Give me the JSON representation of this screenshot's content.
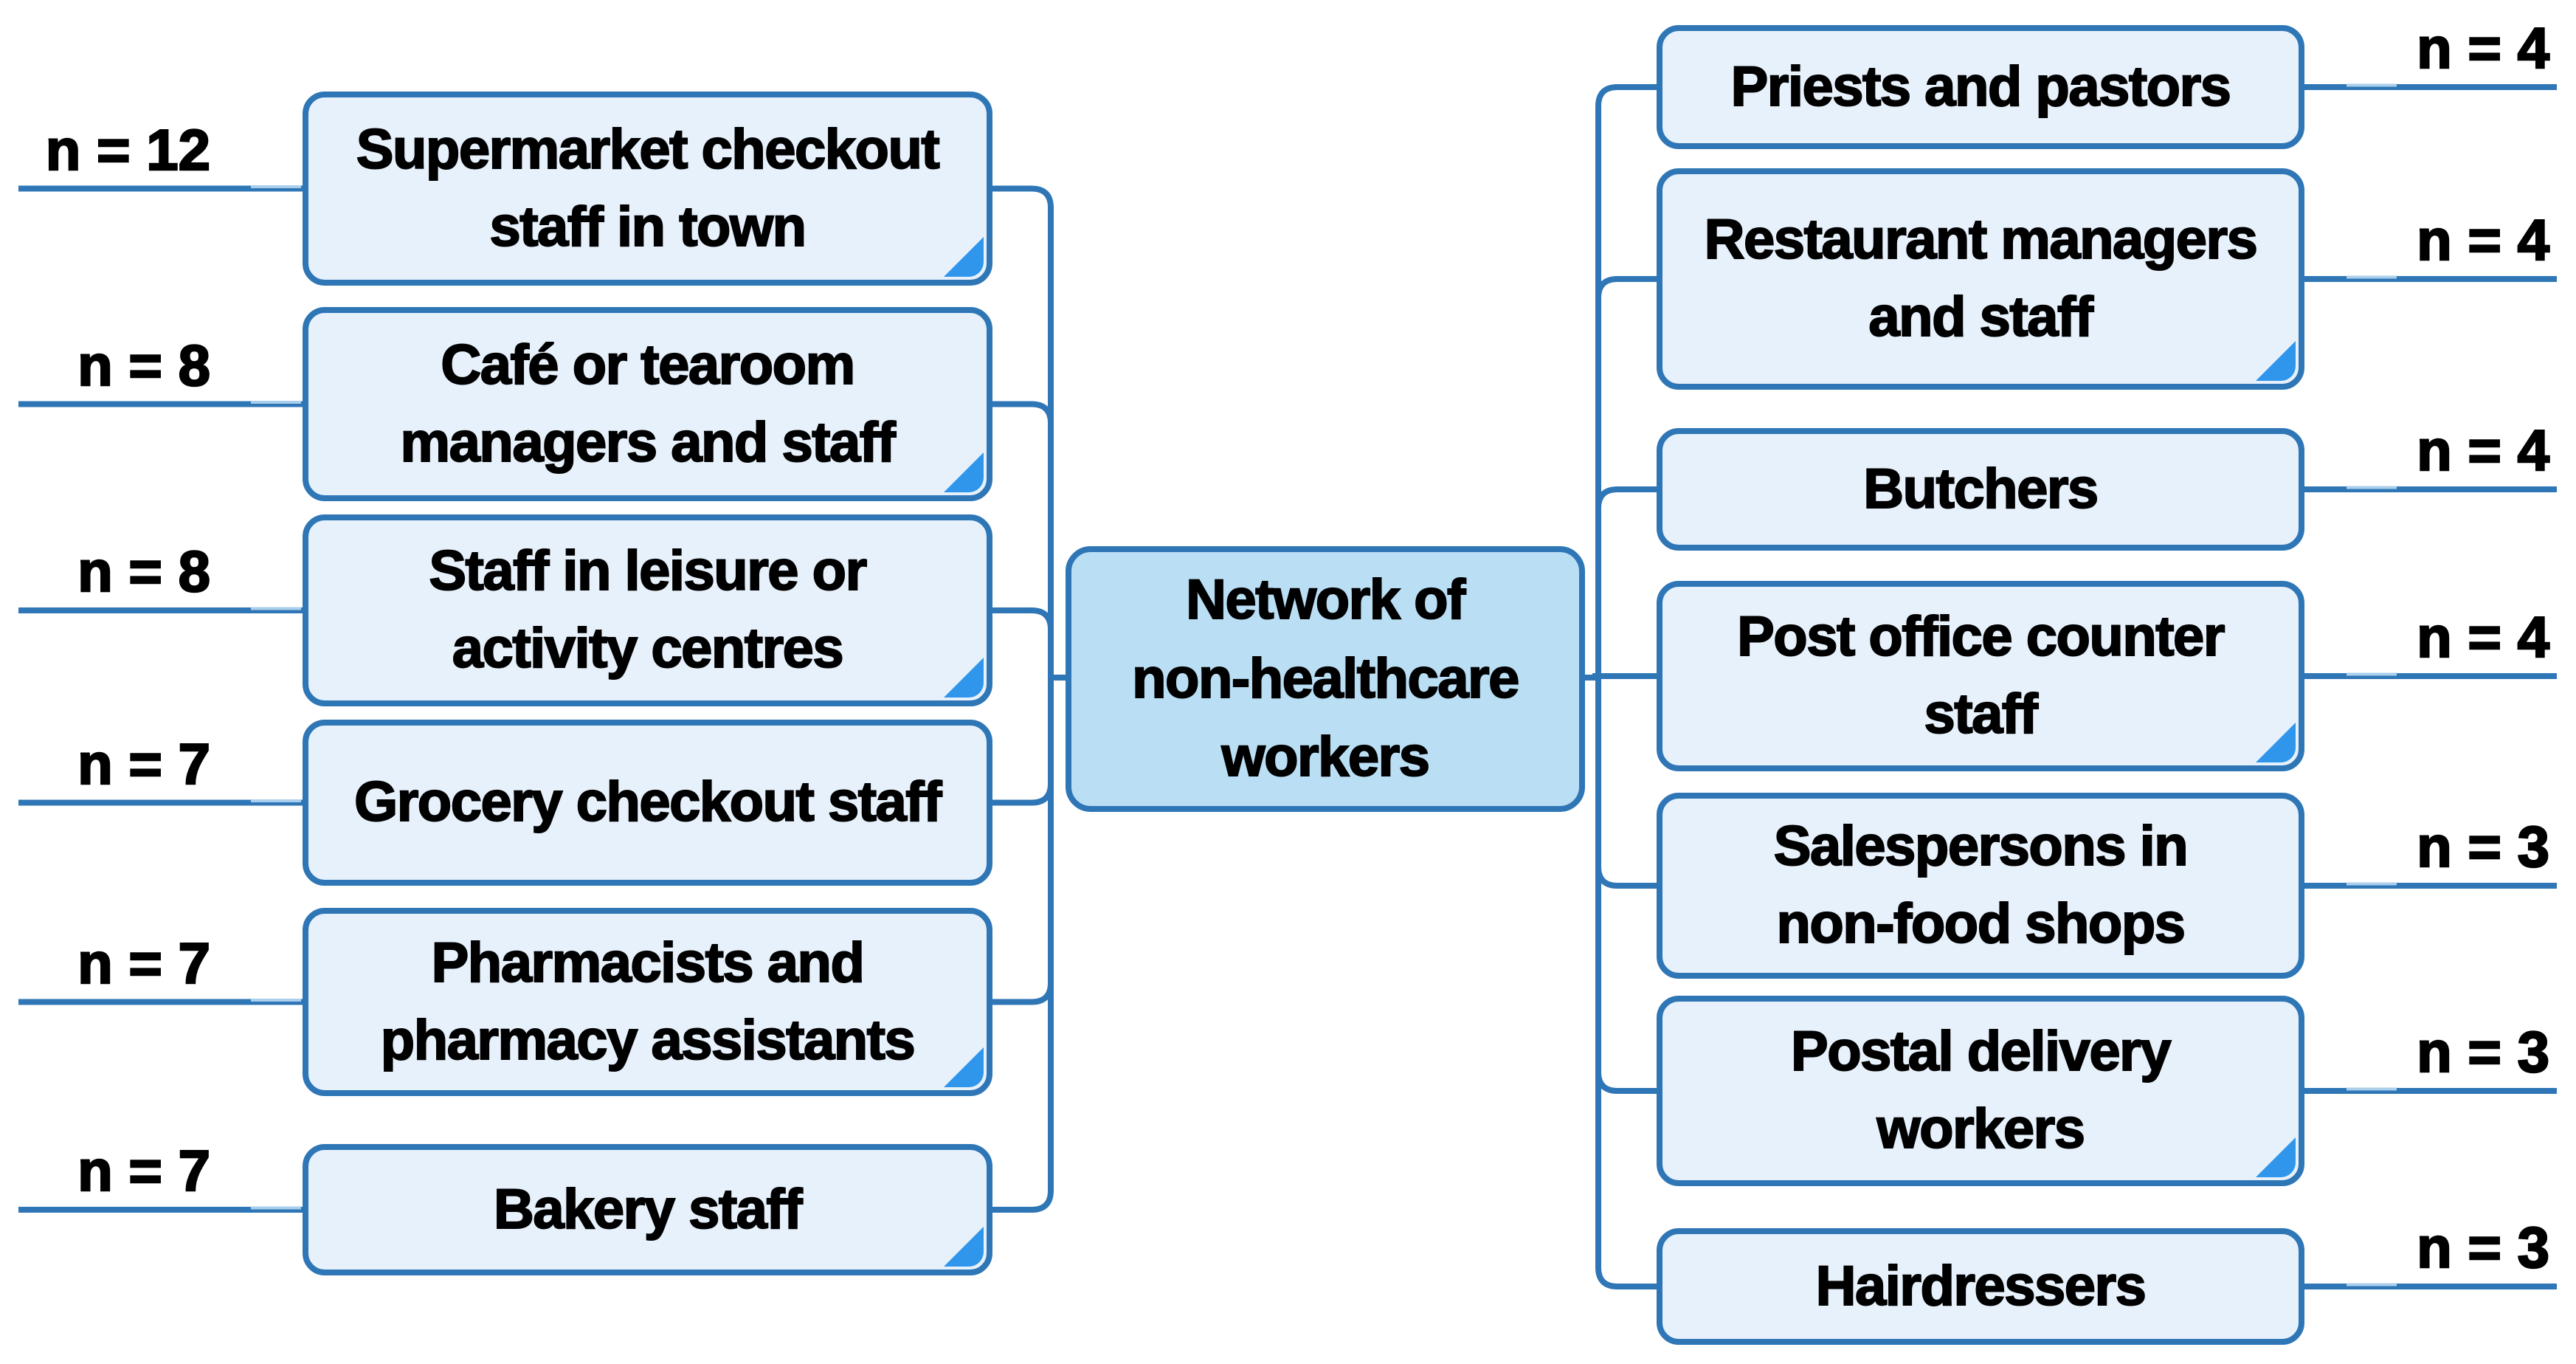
{
  "diagram": {
    "center": {
      "label": "Network of non-healthcare workers",
      "lines": [
        "Network of",
        "non-healthcare",
        "workers"
      ]
    },
    "left_nodes": [
      {
        "label": "Supermarket checkout staff in town",
        "lines": [
          "Supermarket checkout",
          "staff in town"
        ],
        "n_label": "n = 12",
        "n": 12
      },
      {
        "label": "Café or tearoom managers and staff",
        "lines": [
          "Café or tearoom",
          "managers and staff"
        ],
        "n_label": "n = 8",
        "n": 8
      },
      {
        "label": "Staff in leisure or activity centres",
        "lines": [
          "Staff in leisure or",
          "activity centres"
        ],
        "n_label": "n = 8",
        "n": 8
      },
      {
        "label": "Grocery checkout staff",
        "lines": [
          "Grocery checkout staff"
        ],
        "n_label": "n = 7",
        "n": 7
      },
      {
        "label": "Pharmacists and pharmacy assistants",
        "lines": [
          "Pharmacists and",
          "pharmacy assistants"
        ],
        "n_label": "n = 7",
        "n": 7
      },
      {
        "label": "Bakery staff",
        "lines": [
          "Bakery staff"
        ],
        "n_label": "n = 7",
        "n": 7
      }
    ],
    "right_nodes": [
      {
        "label": "Priests and pastors",
        "lines": [
          "Priests and pastors"
        ],
        "n_label": "n = 4",
        "n": 4
      },
      {
        "label": "Restaurant managers and staff",
        "lines": [
          "Restaurant managers",
          "and staff"
        ],
        "n_label": "n = 4",
        "n": 4
      },
      {
        "label": "Butchers",
        "lines": [
          "Butchers"
        ],
        "n_label": "n = 4",
        "n": 4
      },
      {
        "label": "Post office counter staff",
        "lines": [
          "Post office counter",
          "staff"
        ],
        "n_label": "n = 4",
        "n": 4
      },
      {
        "label": "Salespersons in non-food shops",
        "lines": [
          "Salespersons in",
          "non-food shops"
        ],
        "n_label": "n = 3",
        "n": 3
      },
      {
        "label": "Postal delivery workers",
        "lines": [
          "Postal delivery",
          "workers"
        ],
        "n_label": "n = 3",
        "n": 3
      },
      {
        "label": "Hairdressers",
        "lines": [
          "Hairdressers"
        ],
        "n_label": "n = 3",
        "n": 3
      }
    ],
    "colors": {
      "line": "#2E76B6",
      "side_fill": "#E7F1FB",
      "center_fill": "#BADFF5",
      "wedge": "#2F96EC",
      "text": "#000000",
      "background": "#FFFFFF"
    }
  }
}
